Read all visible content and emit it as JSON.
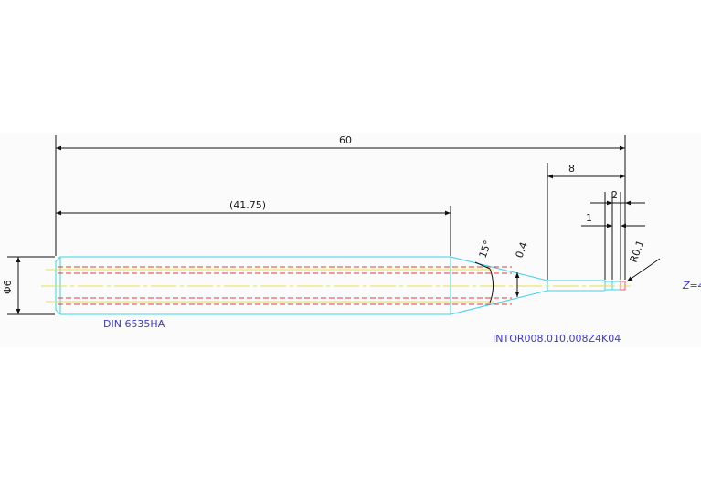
{
  "dimensions": {
    "overall_length": "60",
    "shank_length": "(41.75)",
    "neck_length": "8",
    "cut_length": "2",
    "offset": "1",
    "diameter": "Φ6",
    "taper_angle": "15°",
    "neck_step": "0.4",
    "corner_radius": "R0.1"
  },
  "labels": {
    "standard": "DIN 6535HA",
    "part_number": "INTOR008.010.008Z4K04",
    "flutes": "Z=4"
  },
  "colors": {
    "outline": "#38d6ea",
    "hidden": "#ee3a3a",
    "centerline": "#e6e04a",
    "dimension": "#111111",
    "label": "#3a3ad0",
    "tip": "#ff5a5a"
  }
}
